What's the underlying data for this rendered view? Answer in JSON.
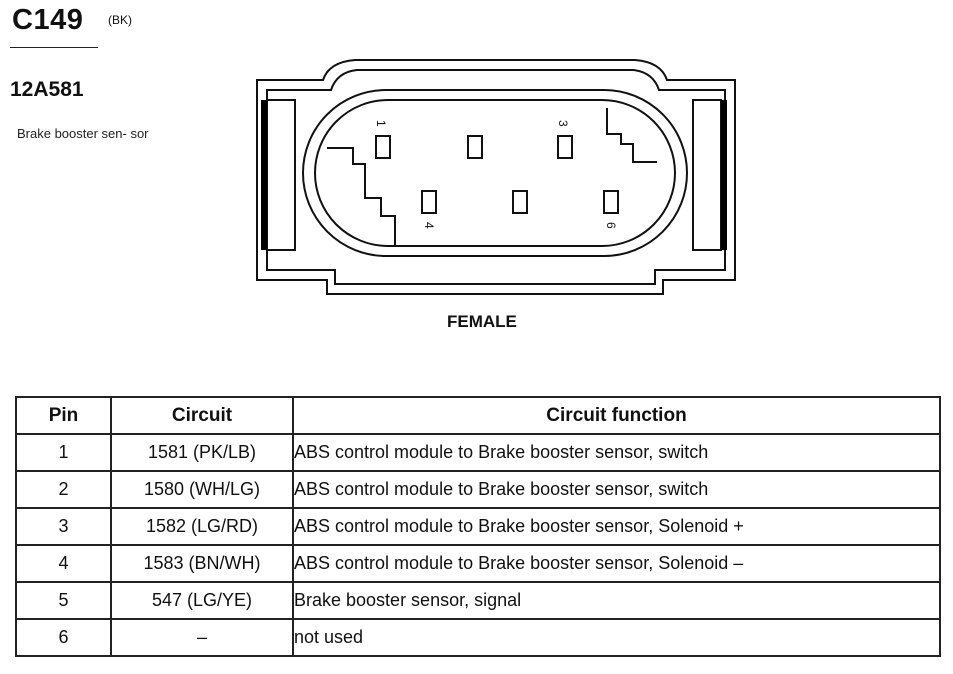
{
  "header": {
    "connector_id": "C149",
    "color_code": "(BK)",
    "part_number": "12A581",
    "description": "Brake booster sen- sor"
  },
  "diagram": {
    "gender": "FEMALE",
    "pin_numbers": [
      "1",
      "3",
      "4",
      "6"
    ]
  },
  "table": {
    "headers": [
      "Pin",
      "Circuit",
      "Circuit function"
    ],
    "rows": [
      {
        "pin": "1",
        "circuit": "1581 (PK/LB)",
        "function": "ABS control module  to Brake booster sensor, switch"
      },
      {
        "pin": "2",
        "circuit": "1580 (WH/LG)",
        "function": "ABS control module  to Brake booster sensor, switch"
      },
      {
        "pin": "3",
        "circuit": "1582 (LG/RD)",
        "function": "ABS control module  to Brake booster sensor, Solenoid +"
      },
      {
        "pin": "4",
        "circuit": "1583 (BN/WH)",
        "function": "ABS control module  to Brake booster sensor, Solenoid –"
      },
      {
        "pin": "5",
        "circuit": "547 (LG/YE)",
        "function": "Brake booster sensor, signal"
      },
      {
        "pin": "6",
        "circuit": "–",
        "function": "not used"
      }
    ]
  }
}
